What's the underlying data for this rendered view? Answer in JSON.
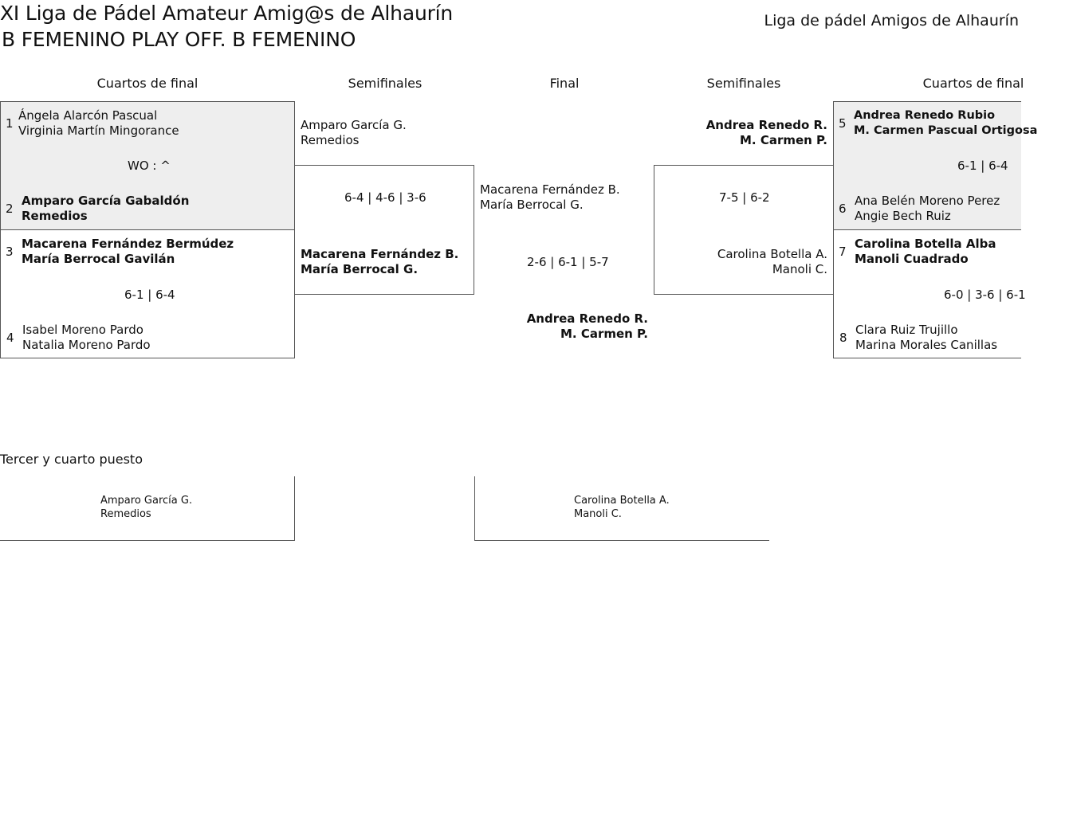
{
  "header": {
    "title_line1": "XI Liga de Pádel Amateur Amig@s de Alhaurín",
    "title_line2": "B FEMENINO PLAY OFF. B FEMENINO",
    "organization": "Liga de pádel Amigos de Alhaurín"
  },
  "rounds": {
    "left_quarters": "Cuartos de final",
    "left_semis": "Semifinales",
    "final": "Final",
    "right_semis": "Semifinales",
    "right_quarters": "Cuartos de final"
  },
  "quarterfinals": [
    {
      "seed_a": "1",
      "team_a": [
        "Ángela Alarcón Pascual",
        "Virginia Martín Mingorance"
      ],
      "score": "WO : ^",
      "seed_b": "2",
      "team_b": [
        "Amparo García Gabaldón",
        "Remedios"
      ]
    },
    {
      "seed_a": "3",
      "team_a": [
        "Macarena Fernández Bermúdez",
        "María Berrocal Gavilán"
      ],
      "score": "6-1 | 6-4",
      "seed_b": "4",
      "team_b": [
        "Isabel Moreno Pardo",
        "Natalia Moreno Pardo"
      ]
    },
    {
      "seed_a": "5",
      "team_a": [
        "Andrea Renedo Rubio",
        "M. Carmen Pascual Ortigosa"
      ],
      "score": "6-1 | 6-4",
      "seed_b": "6",
      "team_b": [
        "Ana Belén Moreno Perez",
        "Angie Bech Ruiz"
      ]
    },
    {
      "seed_a": "7",
      "team_a": [
        "Carolina Botella Alba",
        "Manoli Cuadrado"
      ],
      "score": "6-0 | 3-6 | 6-1",
      "seed_b": "8",
      "team_b": [
        "Clara Ruiz Trujillo",
        "Marina Morales Canillas"
      ]
    }
  ],
  "semifinals": [
    {
      "team_a": [
        "Amparo García G.",
        "Remedios"
      ],
      "score": "6-4 | 4-6 | 3-6",
      "team_b": [
        "Macarena Fernández B.",
        "María Berrocal G."
      ]
    },
    {
      "team_a": [
        "Andrea Renedo R.",
        "M. Carmen P."
      ],
      "score": "7-5 | 6-2",
      "team_b": [
        "Carolina Botella A.",
        "Manoli C."
      ]
    }
  ],
  "final": {
    "team_a": [
      "Macarena Fernández B.",
      "María Berrocal G."
    ],
    "score": "2-6 | 6-1 | 5-7",
    "team_b": [
      "Andrea Renedo R.",
      "M. Carmen P."
    ]
  },
  "third_place": {
    "label": "Tercer y cuarto puesto",
    "team_a": [
      "Amparo García G.",
      "Remedios"
    ],
    "team_b": [
      "Carolina Botella A.",
      "Manoli C."
    ]
  },
  "colors": {
    "highlight_bg": "#eeeeee",
    "border": "#555555"
  }
}
